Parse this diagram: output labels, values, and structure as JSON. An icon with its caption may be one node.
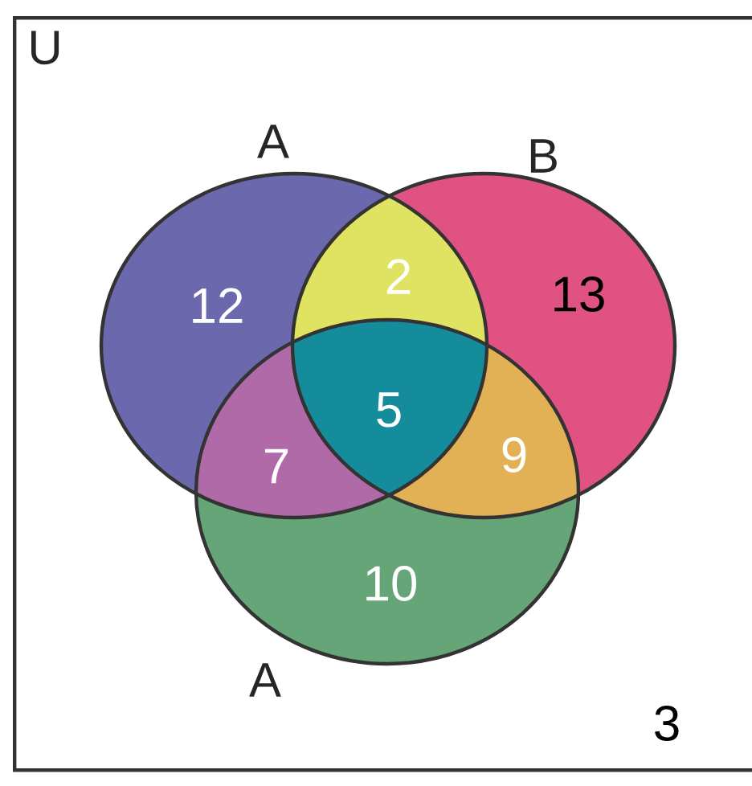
{
  "diagram": {
    "nodes": [
      {
        "text": [
          "U"
        ]
      },
      {
        "text": [
          "A"
        ],
        "in": 0
      },
      {
        "text": [
          "B"
        ],
        "in": 0
      },
      {
        "text": [
          "A"
        ],
        "in": 0
      }
    ],
    "labels": [
      "12",
      "2",
      "13",
      "5",
      "7",
      "9",
      "10",
      "3"
    ]
  }
}
